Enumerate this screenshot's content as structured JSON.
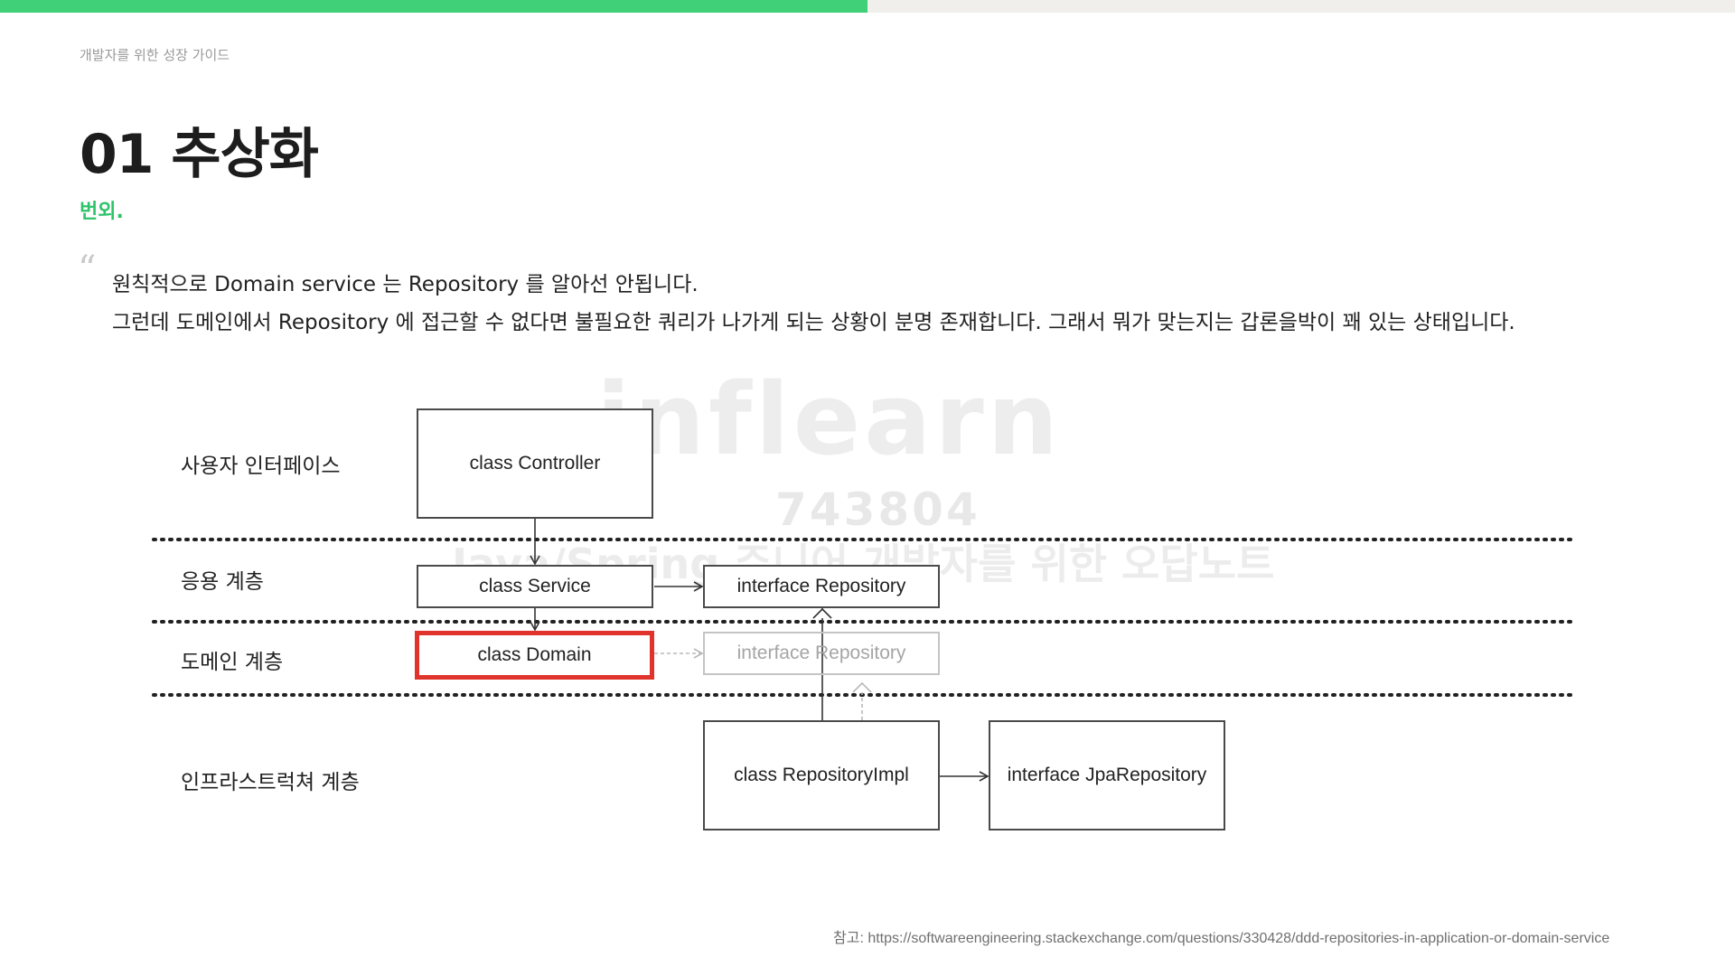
{
  "header": {
    "progress": 0.5,
    "guide_label": "개발자를 위한 성장 가이드"
  },
  "title": "01 추상화",
  "subtitle": "번외.",
  "quote": {
    "line1": "원칙적으로 Domain service 는 Repository 를 알아선 안됩니다.",
    "line2": "그런데 도메인에서 Repository 에 접근할 수 없다면 불필요한 쿼리가 나가게 되는 상황이 분명 존재합니다. 그래서 뭐가 맞는지는 갑론을박이 꽤 있는 상태입니다."
  },
  "watermark": {
    "brand": "inflearn",
    "id": "743804",
    "course": "Java/Spring 주니어 개발자를 위한 오답노트"
  },
  "diagram": {
    "layers": [
      "사용자 인터페이스",
      "응용 계층",
      "도메인 계층",
      "인프라스트럭쳐 계층"
    ],
    "boxes": {
      "controller": "class Controller",
      "service": "class Service",
      "repo_app": "interface Repository",
      "domain": "class Domain",
      "repo_domain": "interface Repository",
      "repo_impl": "class RepositoryImpl",
      "jpa_repo": "interface JpaRepository"
    }
  },
  "colors": {
    "accent": "#3fd078",
    "highlight": "#e0332b"
  },
  "reference": "참고: https://softwareengineering.stackexchange.com/questions/330428/ddd-repositories-in-application-or-domain-service"
}
